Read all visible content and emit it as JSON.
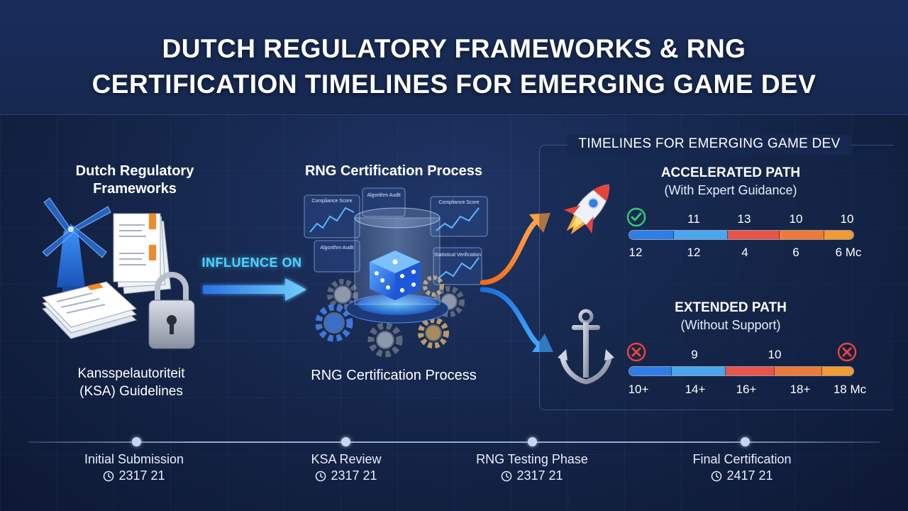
{
  "header": {
    "title_line1": "DUTCH REGULATORY FRAMEWORKS & RNG",
    "title_line2": "CERTIFICATION TIMELINES FOR EMERGING GAME DEV"
  },
  "left": {
    "title": "Dutch Regulatory Frameworks",
    "caption_line1": "Kansspelautoriteit",
    "caption_line2": "(KSA) Guidelines"
  },
  "connector": {
    "label": "INFLUENCE ON"
  },
  "center": {
    "title": "RNG Certification Process",
    "caption": "RNG Certification Process",
    "cards": {
      "compliance_score_left": "Compliance Score",
      "algorithm_audit_top": "Algorithm Audit",
      "compliance_score_right": "Compliance Score",
      "algorithm_audit_left": "Algorithm Audit",
      "statistical_verification": "Statistical Verification"
    }
  },
  "panel": {
    "title": "TIMELINES FOR EMERGING GAME DEV",
    "accelerated": {
      "title": "ACCELERATED PATH",
      "subtitle": "(With Expert Guidance)",
      "top_numbers": [
        "11",
        "13",
        "10",
        "10"
      ],
      "bottom_numbers": [
        "12",
        "12",
        "4",
        "6",
        "6 Mc"
      ],
      "segments": [
        {
          "fraction": 0.2,
          "color": "#2f7de8"
        },
        {
          "fraction": 0.24,
          "color": "#4aa6ee"
        },
        {
          "fraction": 0.23,
          "color": "#e8544a"
        },
        {
          "fraction": 0.2,
          "color": "#ee7a3a"
        },
        {
          "fraction": 0.13,
          "color": "#f39a32"
        }
      ]
    },
    "extended": {
      "title": "EXTENDED PATH",
      "subtitle": "(Without Support)",
      "top_numbers": [
        "9",
        "10"
      ],
      "bottom_numbers": [
        "10+",
        "14+",
        "16+",
        "18+",
        "18 Mc"
      ],
      "segments": [
        {
          "fraction": 0.19,
          "color": "#2f7de8"
        },
        {
          "fraction": 0.24,
          "color": "#4aa6ee"
        },
        {
          "fraction": 0.22,
          "color": "#e8544a"
        },
        {
          "fraction": 0.21,
          "color": "#ee7a3a"
        },
        {
          "fraction": 0.14,
          "color": "#f39a32"
        }
      ]
    }
  },
  "timeline": {
    "steps": [
      {
        "label": "Initial Submission",
        "date": "2317 21"
      },
      {
        "label": "KSA Review",
        "date": "2317 21"
      },
      {
        "label": "RNG Testing Phase",
        "date": "2317 21"
      },
      {
        "label": "Final Certification",
        "date": "2417 21"
      }
    ]
  },
  "colors": {
    "accent_cyan": "#4fd3ff",
    "arrow_orange": "#f58a2a",
    "arrow_blue": "#2f95ff",
    "check_green": "#2ecc71",
    "cross_red": "#e8443a"
  },
  "icons": [
    "windmill-icon",
    "document-stack-icon",
    "padlock-icon",
    "dice-icon",
    "gear-icon",
    "rocket-icon",
    "anchor-icon",
    "check-icon",
    "cross-icon",
    "clock-icon"
  ]
}
